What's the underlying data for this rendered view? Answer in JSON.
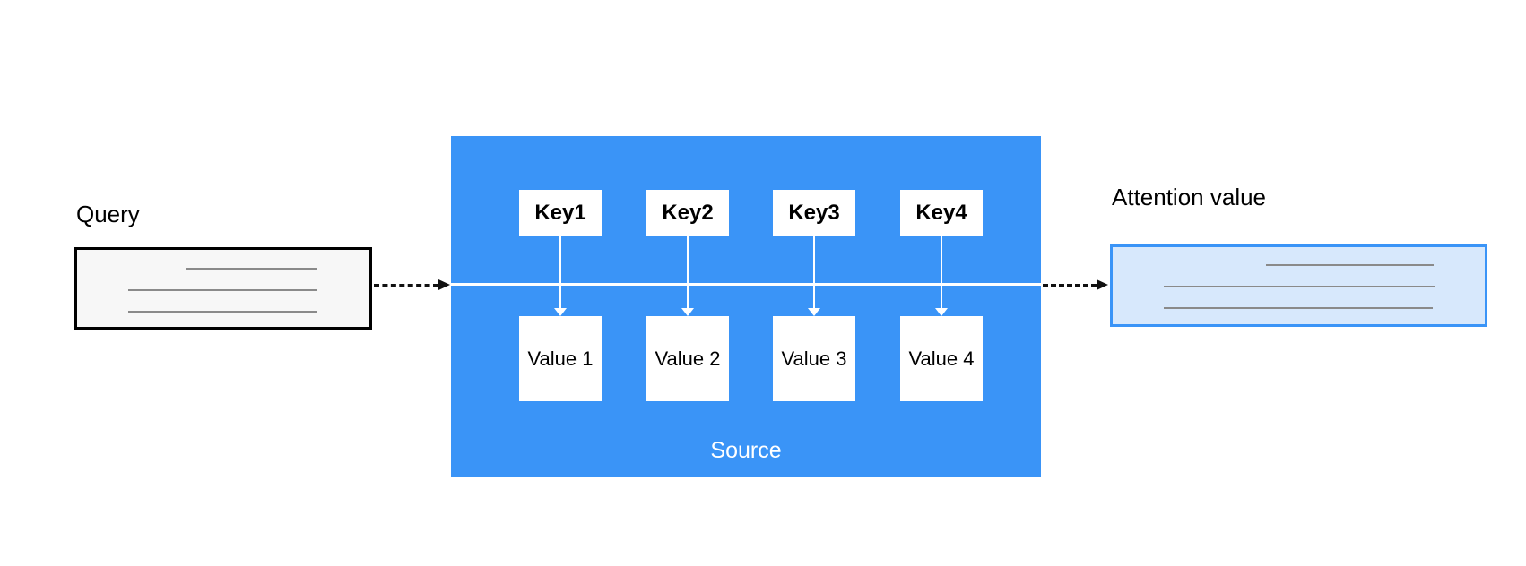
{
  "query": {
    "label": "Query"
  },
  "source": {
    "label": "Source",
    "keys": [
      {
        "label": "Key1"
      },
      {
        "label": "Key2"
      },
      {
        "label": "Key3"
      },
      {
        "label": "Key4"
      }
    ],
    "values": [
      {
        "label": "Value 1"
      },
      {
        "label": "Value 2"
      },
      {
        "label": "Value 3"
      },
      {
        "label": "Value 4"
      }
    ]
  },
  "attention": {
    "label": "Attention value"
  },
  "colors": {
    "source_blue": "#3a94f7",
    "attention_fill": "#d7e8fc",
    "attention_border": "#3a94f7",
    "query_fill": "#f7f7f7",
    "placeholder_line_gray": "#8a8a8a",
    "arrow_black": "#111111",
    "node_white": "#ffffff"
  }
}
